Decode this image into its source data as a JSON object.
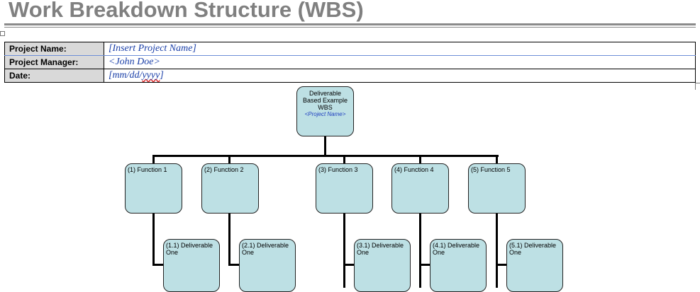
{
  "document": {
    "title": "Work Breakdown Structure (WBS)"
  },
  "info_table": {
    "rows": [
      {
        "label": "Project Name:",
        "value": "[Insert Project Name]"
      },
      {
        "label": "Project Manager:",
        "value": "<John Doe>"
      },
      {
        "label": "Date:",
        "value_prefix": "[mm/dd/",
        "value_misspelled": "yyyy",
        "value_suffix": "]"
      }
    ]
  },
  "wbs": {
    "root": {
      "line1": "Deliverable",
      "line2": "Based Example",
      "line3": "WBS",
      "sub": "<Project Name>"
    },
    "functions": [
      {
        "label": "(1) Function 1",
        "deliverable": "(1.1) Deliverable One"
      },
      {
        "label": "(2) Function 2",
        "deliverable": "(2.1) Deliverable One"
      },
      {
        "label": "(3) Function 3",
        "deliverable": "(3.1) Deliverable One"
      },
      {
        "label": "(4) Function 4",
        "deliverable": "(4.1) Deliverable One"
      },
      {
        "label": "(5) Function 5",
        "deliverable": "(5.1) Deliverable One"
      }
    ],
    "colors": {
      "node_fill": "#bde0e4",
      "node_border": "#222222",
      "connector": "#000000",
      "placeholder_text": "#1a3fa8"
    }
  }
}
